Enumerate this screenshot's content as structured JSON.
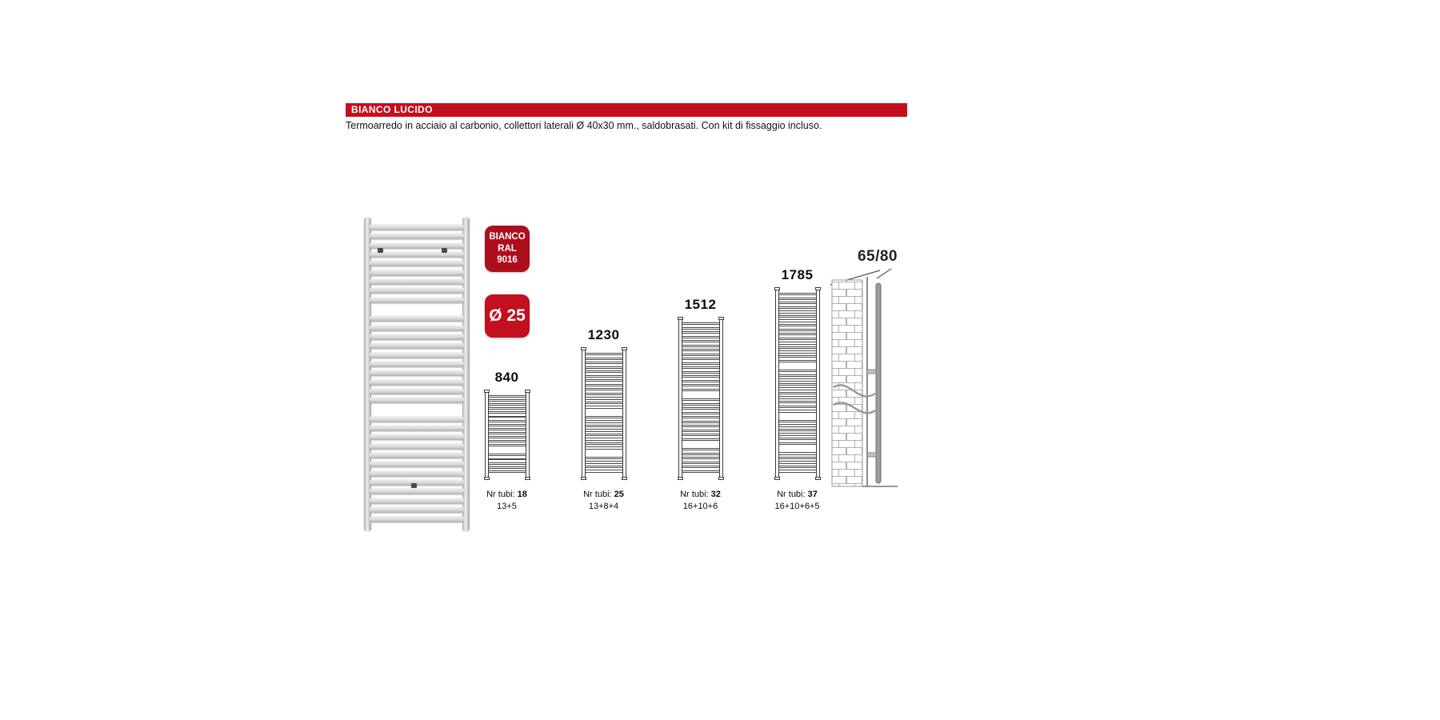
{
  "header": {
    "title": "BIANCO LUCIDO",
    "description": "Termoarredo in acciaio al carbonio, collettori laterali Ø 40x30 mm., saldobrasati. Con kit di fissaggio incluso."
  },
  "badges": {
    "color_name": "BIANCO",
    "color_standard": "RAL",
    "color_code": "9016",
    "tube_diameter": "Ø 25"
  },
  "models": [
    {
      "height": "840",
      "tubes_label": "Nr tubi:",
      "tubes_count": "18",
      "tube_groups": "13+5"
    },
    {
      "height": "1230",
      "tubes_label": "Nr tubi:",
      "tubes_count": "25",
      "tube_groups": "13+8+4"
    },
    {
      "height": "1512",
      "tubes_label": "Nr tubi:",
      "tubes_count": "32",
      "tube_groups": "16+10+6"
    },
    {
      "height": "1785",
      "tubes_label": "Nr tubi:",
      "tubes_count": "37",
      "tube_groups": "16+10+6+5"
    }
  ],
  "wall_detail": {
    "distance_label": "65/80"
  },
  "colors": {
    "header_red": "#c30f1e",
    "badge_dark_red": "#ad0e1d"
  }
}
